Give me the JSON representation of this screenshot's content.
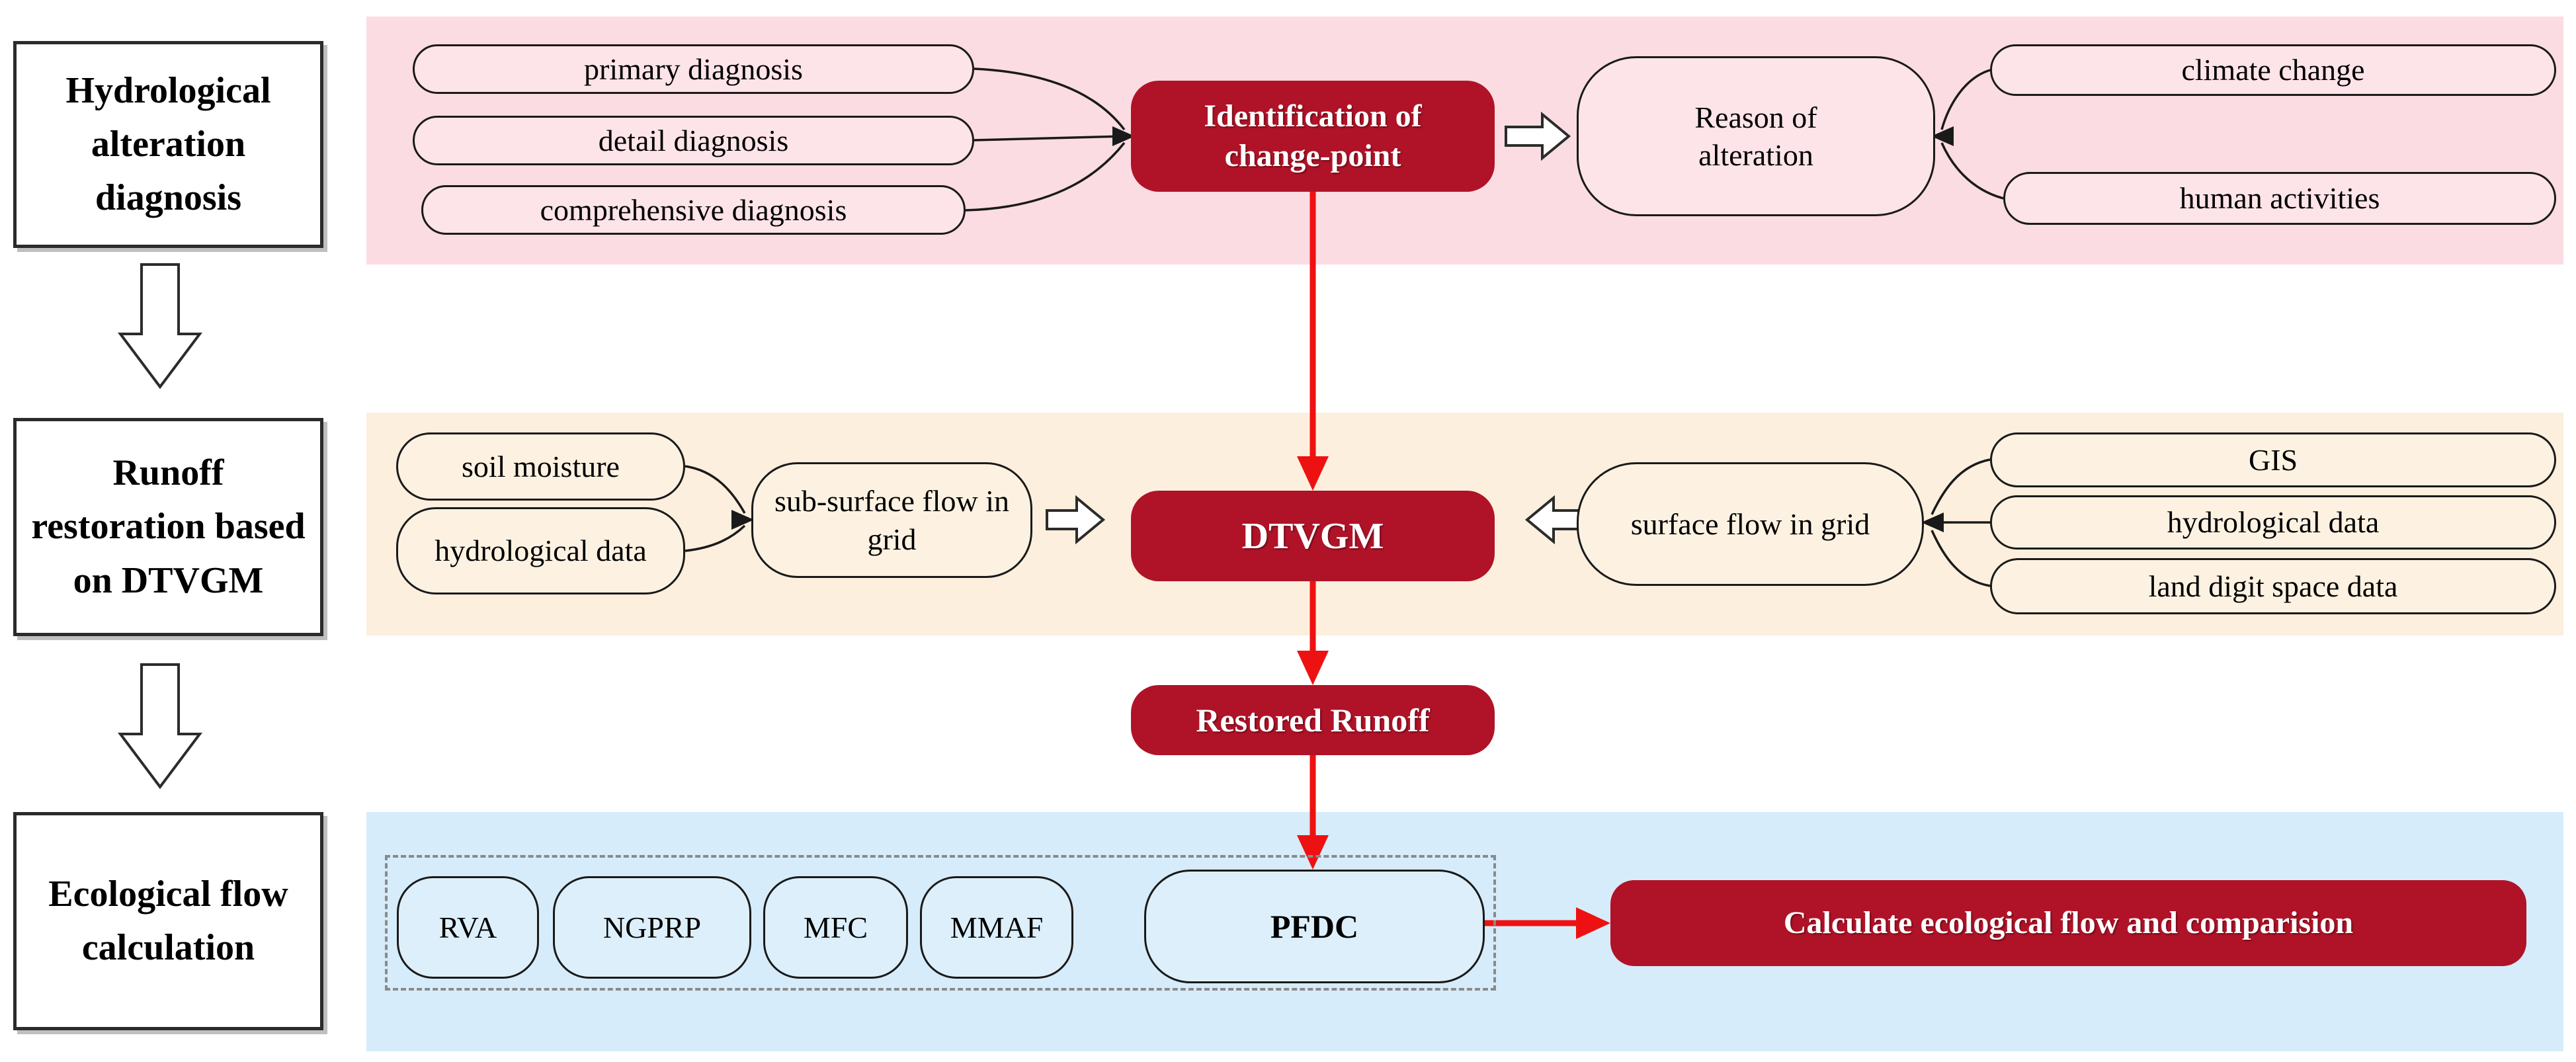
{
  "stages": [
    {
      "label": "Hydrological alteration diagnosis"
    },
    {
      "label": "Runoff restoration based on DTVGM"
    },
    {
      "label": "Ecological flow calculation"
    }
  ],
  "diagnosis": {
    "inputs": [
      "primary diagnosis",
      "detail diagnosis",
      "comprehensive diagnosis"
    ],
    "process": "Identification of change-point",
    "result": "Reason of alteration",
    "causes": [
      "climate change",
      "human activities"
    ]
  },
  "restoration": {
    "left_inputs": [
      "soil moisture",
      "hydrological data"
    ],
    "left_node": "sub-surface flow in grid",
    "model": "DTVGM",
    "right_node": "surface flow in grid",
    "right_inputs": [
      "GIS",
      "hydrological data",
      "land digit space data"
    ],
    "output": "Restored Runoff"
  },
  "calculation": {
    "methods": [
      "RVA",
      "NGPRP",
      "MFC",
      "MMAF",
      "PFDC"
    ],
    "action": "Calculate ecological flow and comparision"
  },
  "colors": {
    "band_pink": "#fbdce2",
    "band_cream": "#fdefdd",
    "band_blue": "#d6ecfa",
    "shape_pink": "#fde4e9",
    "shape_cream": "#fdf2e2",
    "shape_blue": "#ddeffa",
    "accent_red": "#b01328",
    "arrow_red": "#ee1111",
    "outline": "#1a1a1a"
  }
}
